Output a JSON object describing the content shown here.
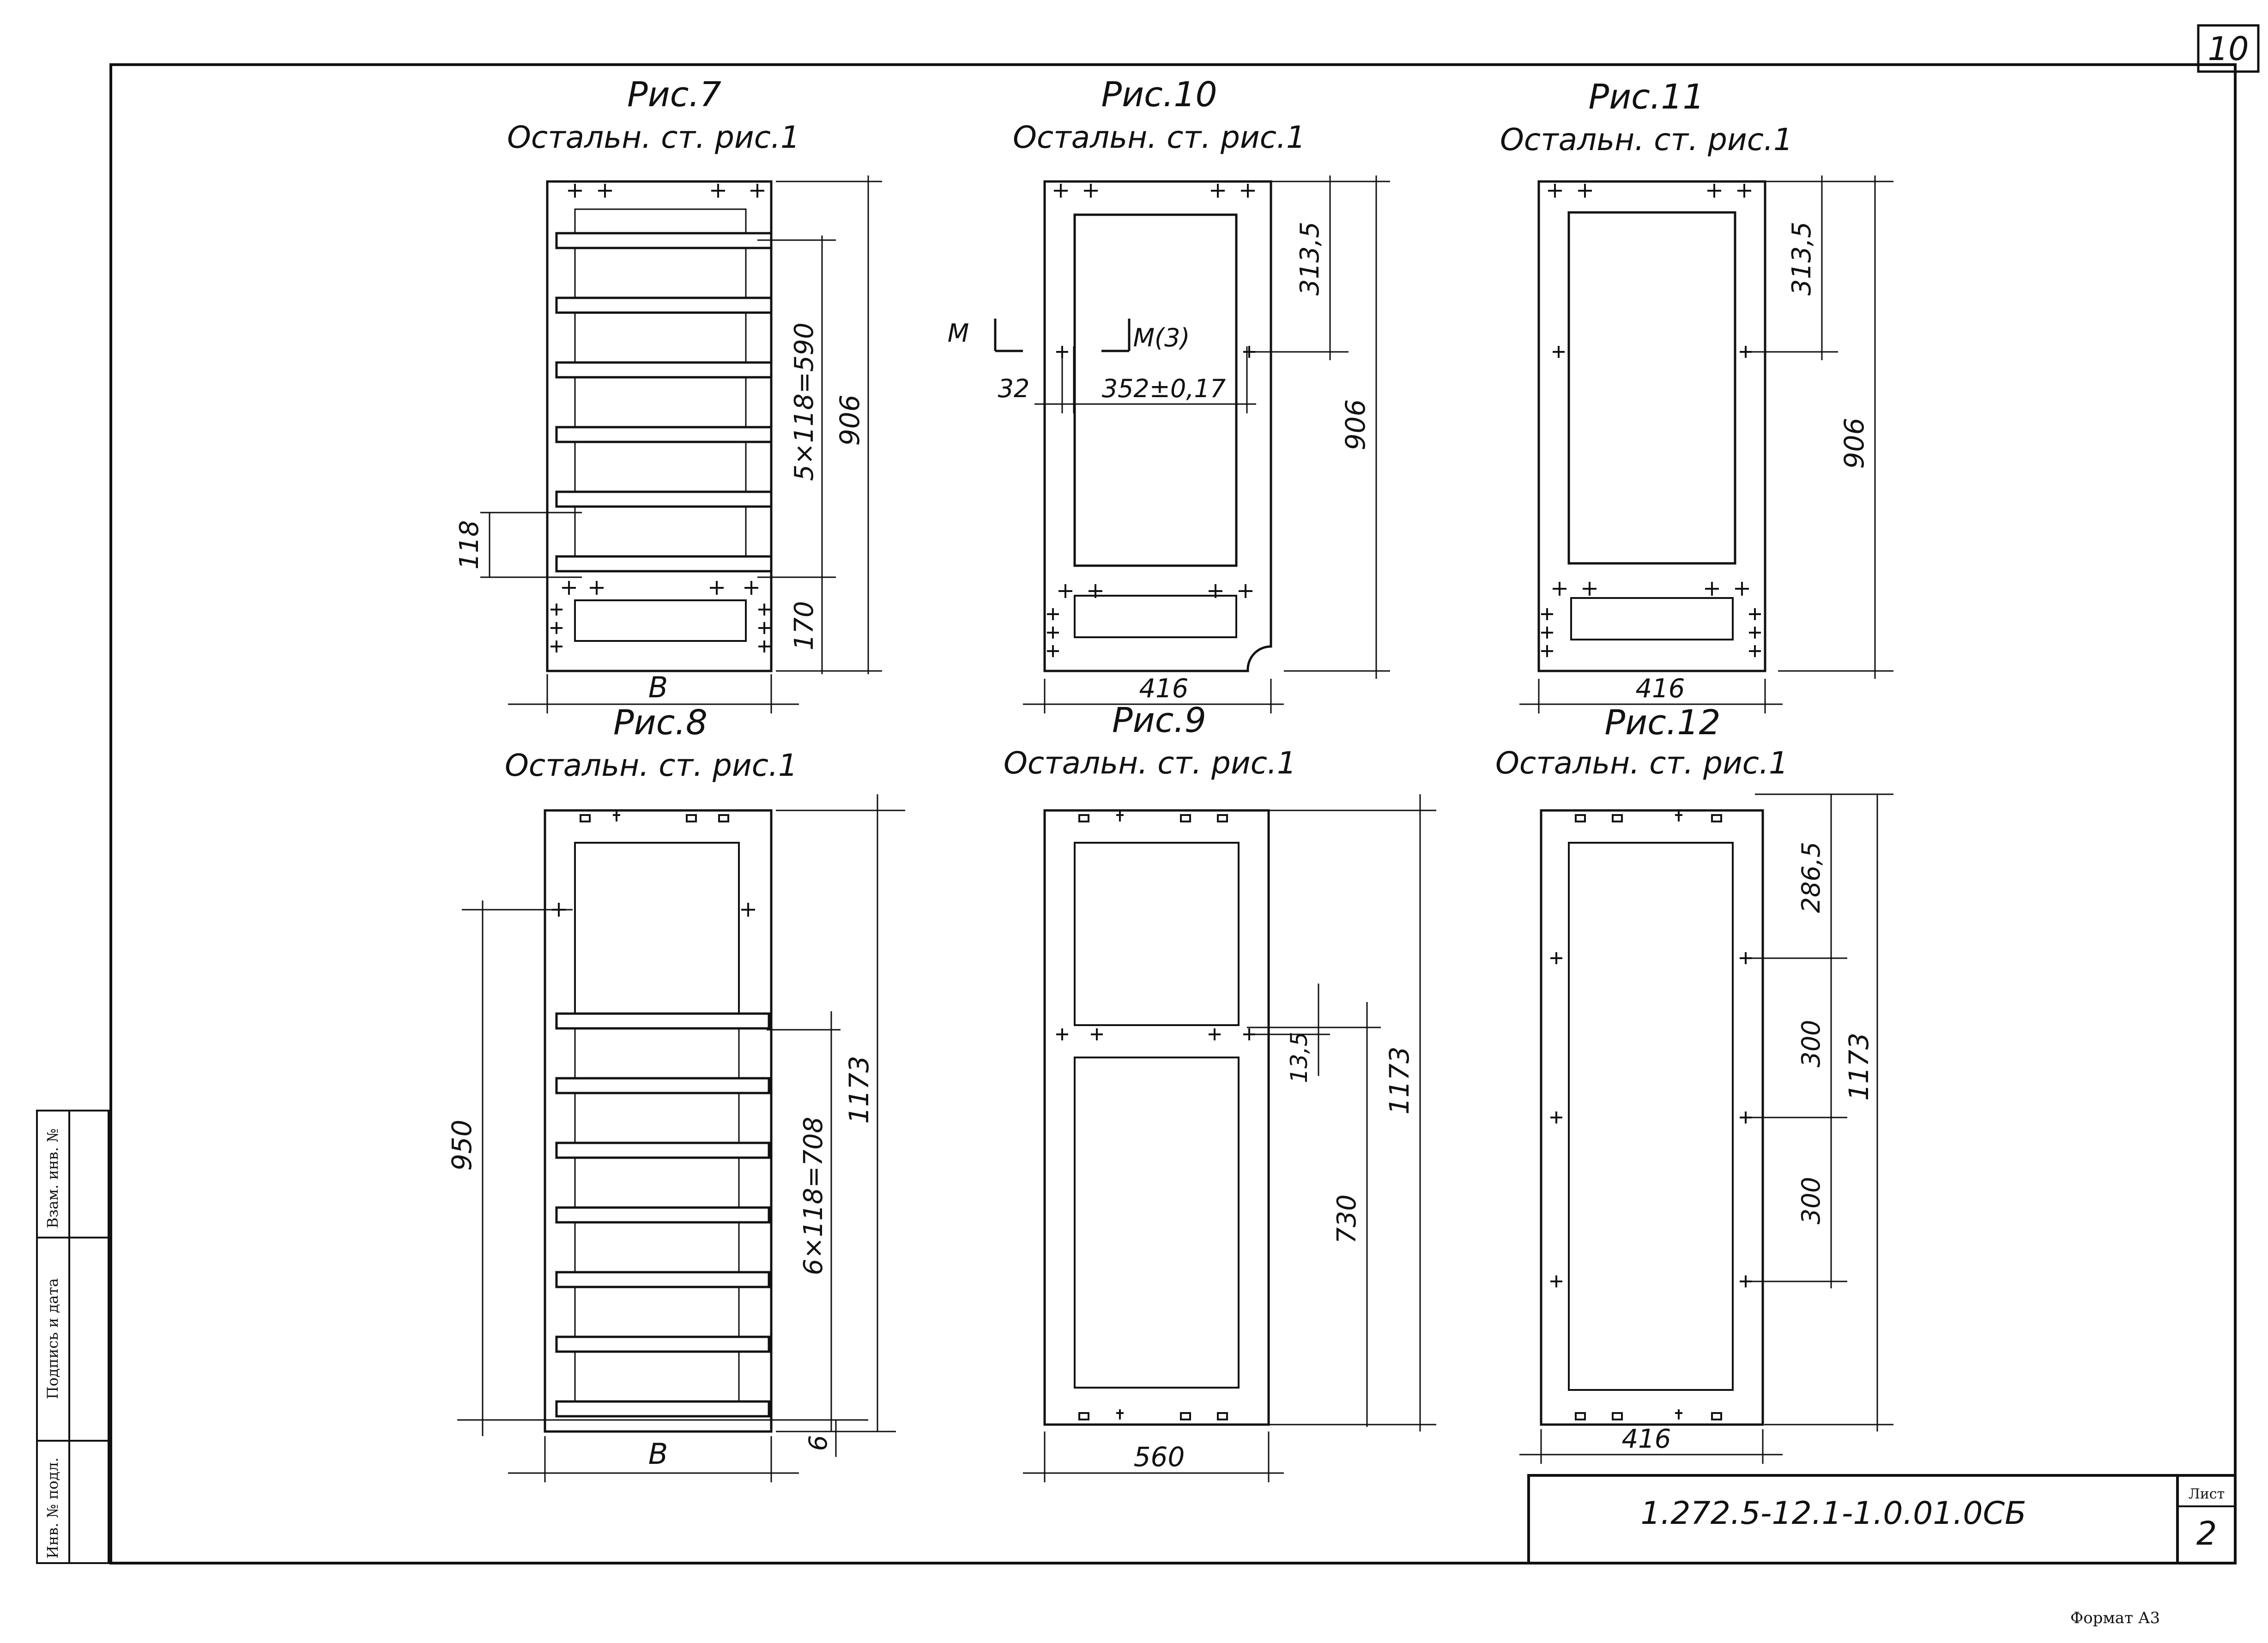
{
  "sheet": {
    "page_corner": "10",
    "list_label": "Лист",
    "list_number": "2",
    "designation": "1.272.5-12.1-1.0.01.0СБ",
    "format_label": "Формат А3",
    "side_stamp": [
      "Взам. инв. №",
      "Подпись и дата",
      "Инв. № подл."
    ]
  },
  "figures": [
    {
      "id": "fig7",
      "title": "Рис.7",
      "subtitle": "Остальн. ст. рис.1",
      "labels": {
        "width": "В",
        "pitch": "5×118=590",
        "height": "906",
        "step": "118",
        "bottom": "170"
      }
    },
    {
      "id": "fig10",
      "title": "Рис.10",
      "subtitle": "Остальн. ст. рис.1",
      "labels": {
        "top": "313,5",
        "height": "906",
        "width": "416",
        "offset": "32",
        "span": "352±0,17",
        "mark_left": "М",
        "mark_right": "М(3)"
      }
    },
    {
      "id": "fig11",
      "title": "Рис.11",
      "subtitle": "Остальн. ст. рис.1",
      "labels": {
        "top": "313,5",
        "height": "906",
        "width": "416"
      }
    },
    {
      "id": "fig8",
      "title": "Рис.8",
      "subtitle": "Остальн. ст. рис.1",
      "labels": {
        "left": "950",
        "pitch": "6×118=708",
        "height": "1173",
        "bottom": "6",
        "width": "В"
      }
    },
    {
      "id": "fig9",
      "title": "Рис.9",
      "subtitle": "Остальн. ст. рис.1",
      "labels": {
        "gap": "13,5",
        "height": "1173",
        "lower": "730",
        "width": "560"
      }
    },
    {
      "id": "fig12",
      "title": "Рис.12",
      "subtitle": "Остальн. ст. рис.1",
      "labels": {
        "top": "286,5",
        "mid1": "300",
        "mid2": "300",
        "height": "1173",
        "width": "416"
      }
    }
  ]
}
